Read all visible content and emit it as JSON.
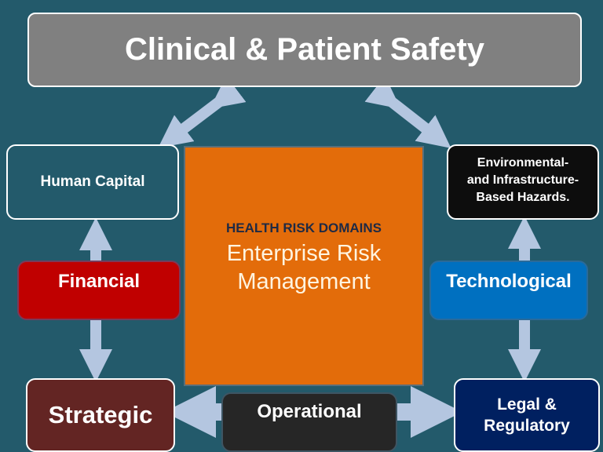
{
  "title": "Clinical & Patient Safety",
  "center": {
    "heading": "HEALTH RISK DOMAINS",
    "line1": "Enterprise Risk",
    "line2": "Management"
  },
  "nodes": {
    "human_capital": "Human Capital",
    "financial": "Financial",
    "strategic": "Strategic",
    "operational": "Operational",
    "legal_line1": "Legal &",
    "legal_line2": "Regulatory",
    "technological": "Technological",
    "env_line1": "Environmental-",
    "env_line2": "and Infrastructure-",
    "env_line3": "Based Hazards."
  },
  "colors": {
    "background": "#235a6b",
    "title_box": "#808080",
    "center_box": "#e36c0a",
    "financial": "#c00000",
    "strategic": "#632523",
    "operational": "#262626",
    "legal": "#002060",
    "technological": "#0070c0",
    "environmental": "#0d0d0d",
    "arrow": "#b4c6e0"
  }
}
